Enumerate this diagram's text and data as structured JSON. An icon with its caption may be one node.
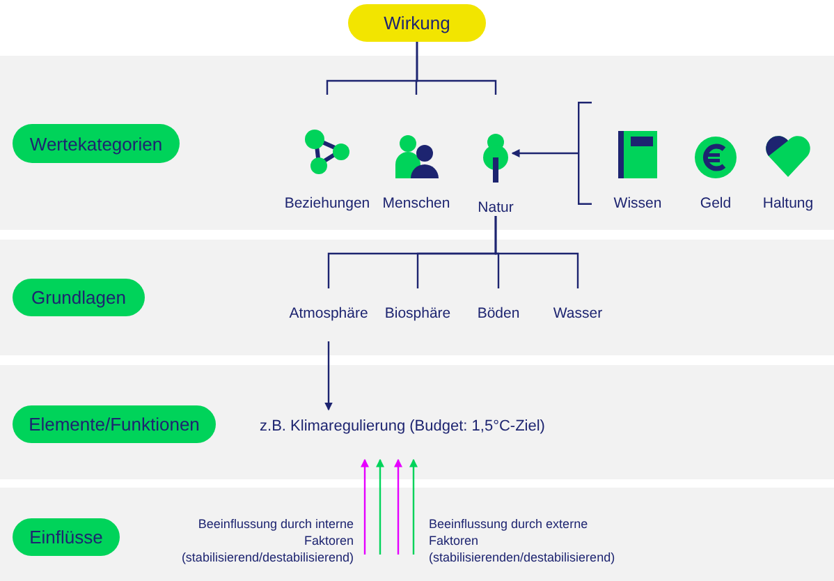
{
  "diagram": {
    "nodes": [
      {
        "text": [
          "Wirkung"
        ]
      },
      {
        "text": [
          "Wertekategorien"
        ]
      },
      {
        "text": [
          "Beziehungen"
        ]
      },
      {
        "text": [
          "Menschen"
        ]
      },
      {
        "text": [
          "Natur"
        ]
      },
      {
        "text": [],
        "shape": "bracket"
      },
      {
        "text": [
          "Wissen"
        ],
        "in": 5
      },
      {
        "text": [
          "Geld"
        ],
        "in": 5
      },
      {
        "text": [
          "Haltung"
        ],
        "in": 5
      },
      {
        "text": [
          "Grundlagen"
        ]
      },
      {
        "text": [
          "Atmosphäre"
        ]
      },
      {
        "text": [
          "Biosphäre"
        ]
      },
      {
        "text": [
          "Böden"
        ]
      },
      {
        "text": [
          "Wasser"
        ]
      },
      {
        "text": [
          "Elemente/Funktionen"
        ]
      },
      {
        "text": [
          "z.B. Klimaregulierung (Budget: 1,5°C-Ziel)"
        ]
      },
      {
        "text": [
          "Einflüsse"
        ]
      },
      {
        "text": [
          "Beeinflussung durch interne Faktoren (stabilisierend/destabilisierend)"
        ]
      },
      {
        "text": [
          "Beeinflussung durch externe Faktoren (stabilisierenden/destabilisierend)"
        ]
      }
    ],
    "edges": [
      {
        "from": 0,
        "to": 2,
        "arrow": "none"
      },
      {
        "from": 0,
        "to": 3,
        "arrow": "none"
      },
      {
        "from": 0,
        "to": 4,
        "arrow": "none"
      },
      {
        "from": 5,
        "to": 4,
        "arrow": "to"
      },
      {
        "from": 4,
        "to": 10,
        "arrow": "none"
      },
      {
        "from": 4,
        "to": 11,
        "arrow": "none"
      },
      {
        "from": 4,
        "to": 12,
        "arrow": "none"
      },
      {
        "from": 4,
        "to": 13,
        "arrow": "none"
      },
      {
        "from": 10,
        "to": 15,
        "arrow": "to"
      },
      {
        "from": 17,
        "to": 15,
        "arrow": "to",
        "color": "#e600ff"
      },
      {
        "from": 17,
        "to": 15,
        "arrow": "to",
        "color": "#00d35a"
      },
      {
        "from": 18,
        "to": 15,
        "arrow": "to",
        "color": "#e600ff"
      },
      {
        "from": 18,
        "to": 15,
        "arrow": "to",
        "color": "#00d35a"
      }
    ]
  }
}
